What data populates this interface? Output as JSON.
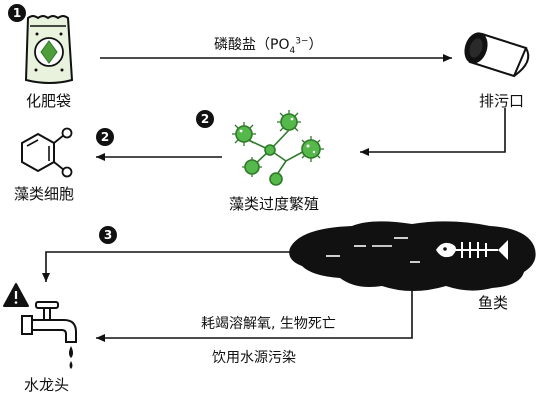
{
  "steps": [
    "1",
    "2",
    "3"
  ],
  "nodes": {
    "fertilizer_bag": "化肥袋",
    "drain_pipe": "排污口",
    "algae_cells": "藻类细胞",
    "algal_bloom": "藻类过度繁殖",
    "fish": "鱼类",
    "tap": "水龙头"
  },
  "edges": {
    "phosphate": {
      "prefix": "磷酸盐（PO",
      "sub": "4",
      "sup": "3−",
      "suffix": "）"
    },
    "oxygen_depletion": "耗竭溶解氧, 生物死亡",
    "water_pollution": "饮用水源污染"
  },
  "colors": {
    "stroke": "#111111",
    "algae": "#55b84a",
    "algae_dark": "#2f7a2a",
    "bag": "#e8f2dd",
    "bag_accent": "#4f9e3a",
    "warning": "#111111"
  }
}
